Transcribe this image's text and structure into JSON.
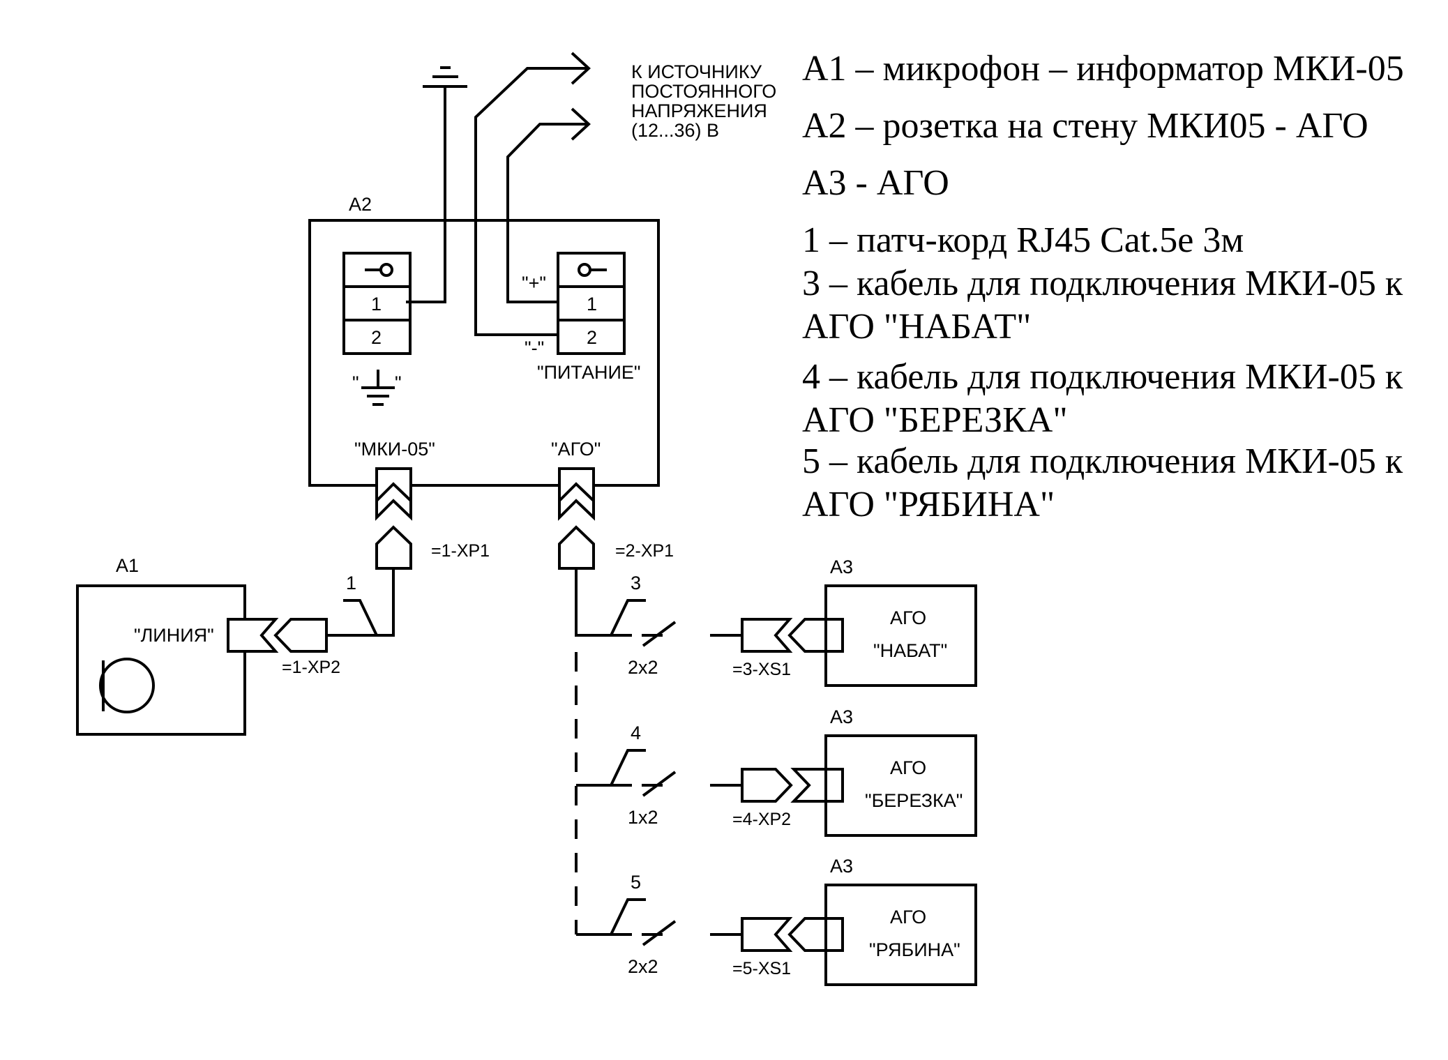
{
  "legend": [
    "А1 – микрофон – информатор МКИ-05",
    "А2 – розетка на стену МКИ05 - АГО",
    "А3 - АГО",
    "1 – патч-корд RJ45 Cat.5е 3м",
    "3 – кабель для подключения МКИ-05 к",
    "АГО \"НАБАТ\"",
    "4 – кабель для подключения МКИ-05 к",
    "АГО \"БЕРЕЗКА\"",
    "5 – кабель для подключения МКИ-05 к",
    "АГО \"РЯБИНА\""
  ],
  "source_note": [
    "К ИСТОЧНИКУ",
    "ПОСТОЯННОГО",
    "НАПРЯЖЕНИЯ",
    "(12...36) В"
  ],
  "a2": {
    "ref": "А2",
    "terminal_1": "1",
    "terminal_2": "2",
    "ground_label_left": "\"",
    "ground_label_right": "\"",
    "plus_label": "\"+\"",
    "minus_label": "\"-\"",
    "power_label": "\"ПИТАНИЕ\"",
    "socket_mki": "\"МКИ-05\"",
    "socket_ago": "\"АГО\""
  },
  "a1": {
    "ref": "А1",
    "line_label": "\"ЛИНИЯ\""
  },
  "connectors": {
    "xp1_1": "=1-ХР1",
    "xp1_2": "=2-ХР1",
    "xp2_1": "=1-ХР2",
    "xs1_3": "=3-XS1",
    "xp2_4": "=4-ХР2",
    "xs1_5": "=5-XS1"
  },
  "cables": [
    {
      "num": "1"
    },
    {
      "num": "3",
      "cores": "2х2"
    },
    {
      "num": "4",
      "cores": "1х2"
    },
    {
      "num": "5",
      "cores": "2х2"
    }
  ],
  "devices": [
    {
      "ref": "А3",
      "line1": "АГО",
      "line2": "\"НАБАТ\""
    },
    {
      "ref": "А3",
      "line1": "АГО",
      "line2": "\"БЕРЕЗКА\""
    },
    {
      "ref": "А3",
      "line1": "АГО",
      "line2": "\"РЯБИНА\""
    }
  ]
}
